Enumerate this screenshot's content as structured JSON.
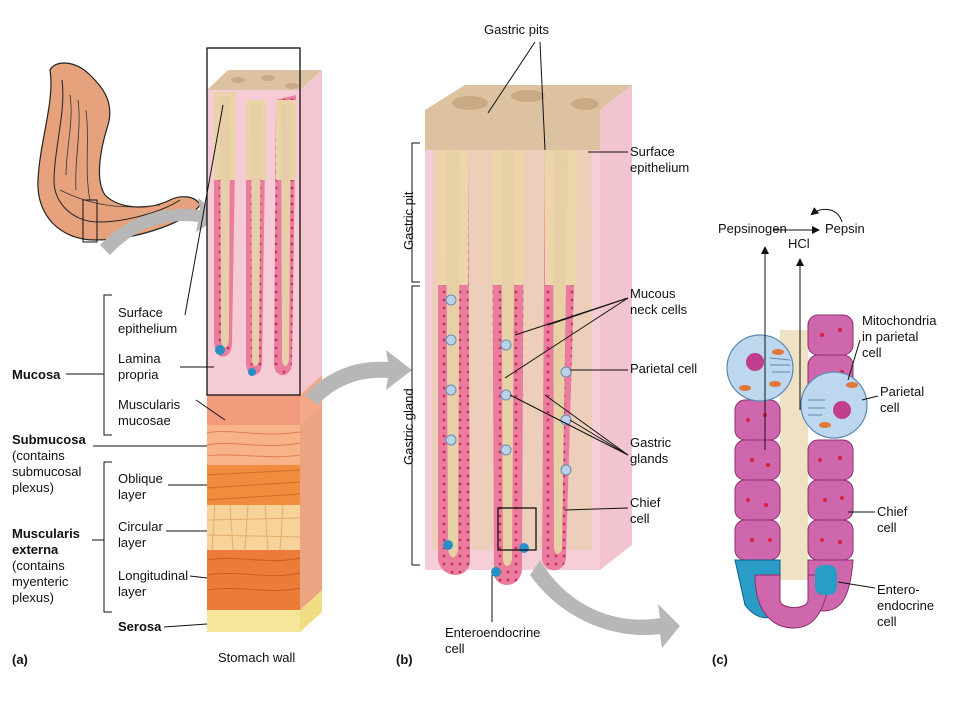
{
  "panel_a": {
    "letter": "(a)",
    "caption": "Stomach wall",
    "labels": {
      "surface_epithelium": [
        "Surface",
        "epithelium"
      ],
      "lamina_propria": [
        "Lamina",
        "propria"
      ],
      "muscularis_mucosae": [
        "Muscularis",
        "mucosae"
      ],
      "mucosa": "Mucosa",
      "submucosa": "Submucosa",
      "submucosa_note": [
        "(contains",
        "submucosal",
        "plexus)"
      ],
      "oblique_layer": [
        "Oblique",
        "layer"
      ],
      "circular_layer": [
        "Circular",
        "layer"
      ],
      "longitudinal_layer": [
        "Longitudinal",
        "layer"
      ],
      "muscularis_externa": [
        "Muscularis",
        "externa"
      ],
      "muscularis_externa_note": [
        "(contains",
        "myenteric",
        "plexus)"
      ],
      "serosa": "Serosa"
    }
  },
  "panel_b": {
    "letter": "(b)",
    "labels": {
      "gastric_pits": "Gastric pits",
      "surface_epithelium": [
        "Surface",
        "epithelium"
      ],
      "gastric_pit": "Gastric pit",
      "gastric_gland": "Gastric gland",
      "mucous_neck_cells": [
        "Mucous",
        "neck cells"
      ],
      "parietal_cell": "Parietal cell",
      "gastric_glands": [
        "Gastric",
        "glands"
      ],
      "chief_cell": [
        "Chief",
        "cell"
      ],
      "enteroendocrine_cell": [
        "Enteroendocrine",
        "cell"
      ]
    }
  },
  "panel_c": {
    "letter": "(c)",
    "labels": {
      "pepsinogen": "Pepsinogen",
      "pepsin": "Pepsin",
      "hcl": "HCl",
      "mitochondria": [
        "Mitochondria",
        "in parietal",
        "cell"
      ],
      "parietal_cell": [
        "Parietal",
        "cell"
      ],
      "chief_cell": [
        "Chief",
        "cell"
      ],
      "enteroendocrine_cell": [
        "Entero-",
        "endocrine",
        "cell"
      ]
    }
  },
  "colors": {
    "tissue_tan": "#e6cba6",
    "mucosa_pink": "#f3c3cf",
    "cell_pink": "#e8739a",
    "cell_magenta": "#c24c96",
    "enteroendocrine_blue": "#1f8fc0",
    "muscle_orange": "#ee8a3e",
    "serosa_yellow": "#f7e79a",
    "arrow_gray": "#b3b3b3"
  }
}
